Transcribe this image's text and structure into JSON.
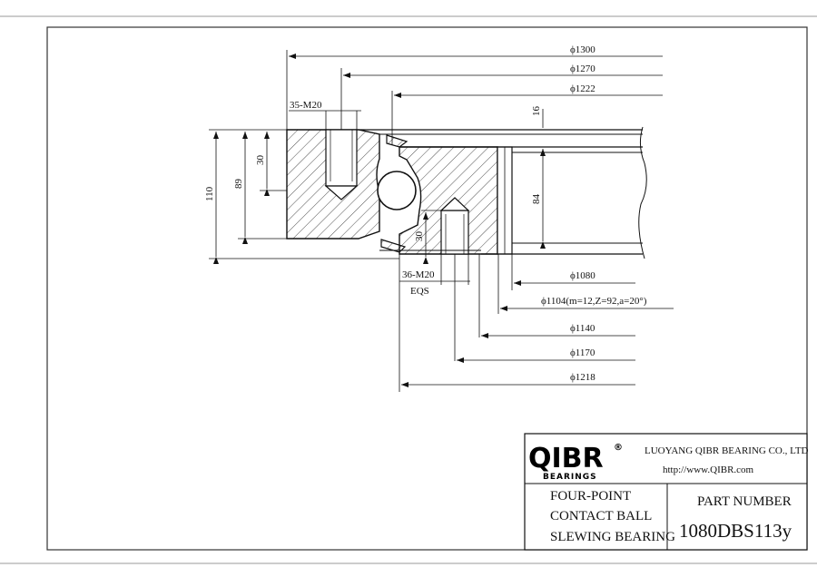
{
  "dimensions_top": [
    {
      "id": "d1300",
      "label": "ϕ1300"
    },
    {
      "id": "d1270",
      "label": "ϕ1270"
    },
    {
      "id": "d1222",
      "label": "ϕ1222"
    }
  ],
  "dimensions_bottom": [
    {
      "id": "d1080",
      "label": "ϕ1080"
    },
    {
      "id": "d1104",
      "label": "ϕ1104(m=12,Z=92,a=20°)"
    },
    {
      "id": "d1140",
      "label": "ϕ1140"
    },
    {
      "id": "d1170",
      "label": "ϕ1170"
    },
    {
      "id": "d1218",
      "label": "ϕ1218"
    }
  ],
  "vertical_dims": {
    "h110": "110",
    "h89": "89",
    "h30_outer": "30",
    "h30_inner": "30",
    "h84": "84",
    "h16": "16"
  },
  "bolt_labels": {
    "outer": "35-M20",
    "inner": "36-M20",
    "inner_note": "EQS"
  },
  "title_block": {
    "logo_text": "QIBR",
    "logo_registered": "®",
    "logo_sub": "BEARINGS",
    "company": "LUOYANG QIBR BEARING CO., LTD",
    "website": "http://www.QIBR.com",
    "description_line1": "FOUR-POINT",
    "description_line2": "CONTACT BALL",
    "description_line3": "SLEWING BEARING",
    "part_number_label": "PART  NUMBER",
    "part_number": "1080DBS113y"
  },
  "colors": {
    "line": "#111111",
    "hatch": "#222222",
    "frame": "#333333"
  }
}
